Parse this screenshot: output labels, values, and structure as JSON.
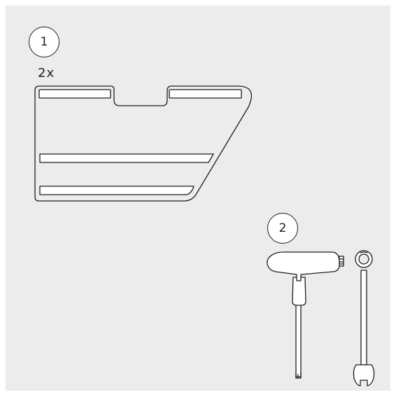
{
  "steps": [
    {
      "number": "1",
      "quantity": "2x"
    },
    {
      "number": "2"
    }
  ],
  "icons": {
    "part": "bracket-plate-icon",
    "tool_1": "t-handle-torx-key-icon",
    "tool_2": "combination-wrench-icon"
  },
  "colors": {
    "background": "#ececec",
    "stroke": "#1e1e1e",
    "fill": "#ffffff"
  }
}
